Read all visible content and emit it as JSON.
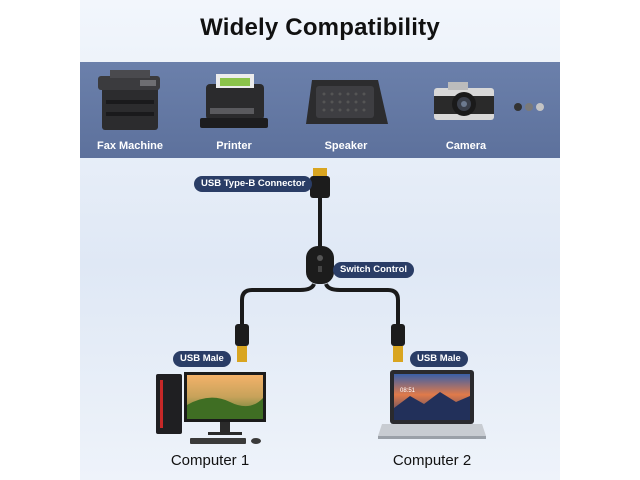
{
  "title": "Widely Compatibility",
  "devices": [
    {
      "label": "Fax Machine",
      "icon": "fax-machine-icon"
    },
    {
      "label": "Printer",
      "icon": "printer-icon"
    },
    {
      "label": "Speaker",
      "icon": "speaker-icon"
    },
    {
      "label": "Camera",
      "icon": "camera-icon"
    }
  ],
  "callouts": {
    "connector": "USB Type-B Connector",
    "switch": "Switch Control",
    "usb_male_left": "USB Male",
    "usb_male_right": "USB Male"
  },
  "computers": {
    "left": "Computer 1",
    "right": "Computer 2"
  },
  "colors": {
    "band": "#6278a4",
    "pill": "#2a3d66",
    "cable": "#1a1a1a",
    "gold": "#d9a520"
  }
}
